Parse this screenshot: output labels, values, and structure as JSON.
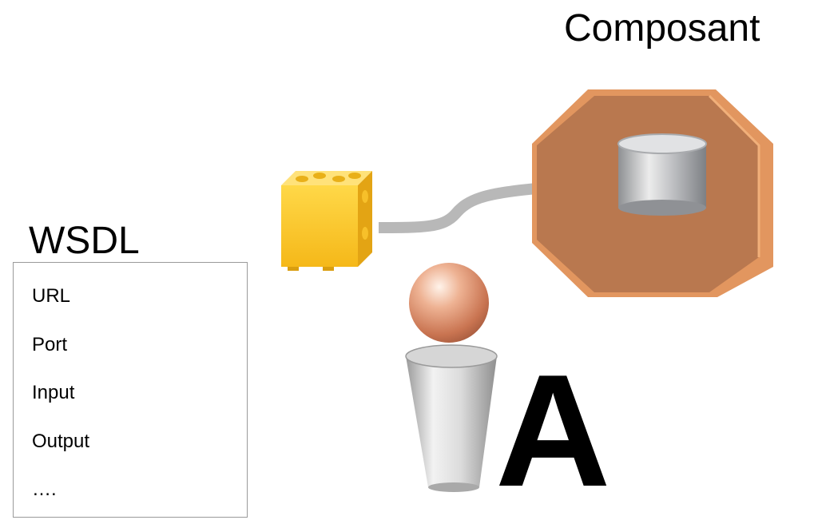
{
  "labels": {
    "component_title": "Composant",
    "wsdl_title": "WSDL"
  },
  "wsdl": {
    "items": [
      "URL",
      "Port",
      "Input",
      "Output",
      "…."
    ]
  },
  "figure": {
    "letter": "A"
  },
  "colors": {
    "octagon": "#b9784f",
    "octagon_edge": "#e2965f",
    "cube": "#f8c531",
    "connector": "#b8b8b8",
    "sphere": "#e9a17e",
    "cylinder": "#c9c9c9"
  },
  "icons": {
    "component": "octagon-component-icon",
    "database": "database-cylinder-icon",
    "interface": "lego-cube-icon",
    "user": "person-figure-icon"
  }
}
